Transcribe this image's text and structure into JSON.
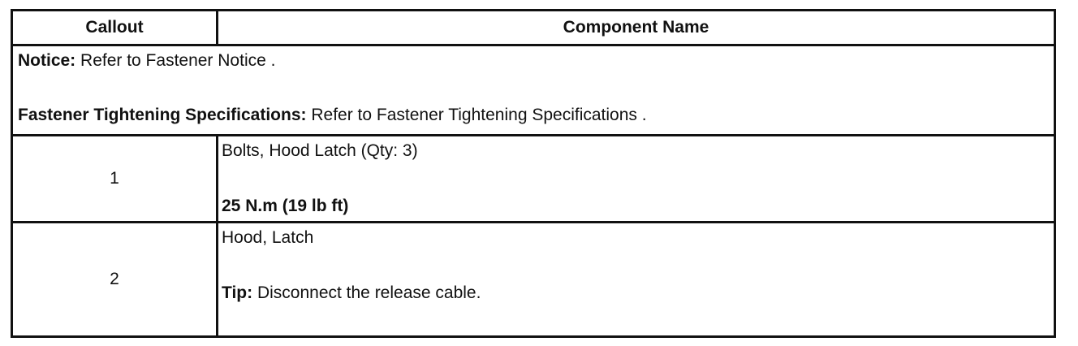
{
  "table": {
    "header": {
      "callout": "Callout",
      "component_name": "Component Name"
    },
    "notice_row": {
      "notice_label": "Notice:",
      "notice_text": " Refer to Fastener Notice .",
      "spec_label": "Fastener Tightening Specifications",
      "spec_colon": ":",
      "spec_text": " Refer to Fastener Tightening Specifications ."
    },
    "rows": [
      {
        "callout": "1",
        "name": "Bolts, Hood Latch (Qty: 3)",
        "torque": "25 N.m (19 lb ft)"
      },
      {
        "callout": "2",
        "name": "Hood, Latch",
        "tip_label": "Tip:",
        "tip_text": " Disconnect the release cable."
      }
    ]
  }
}
